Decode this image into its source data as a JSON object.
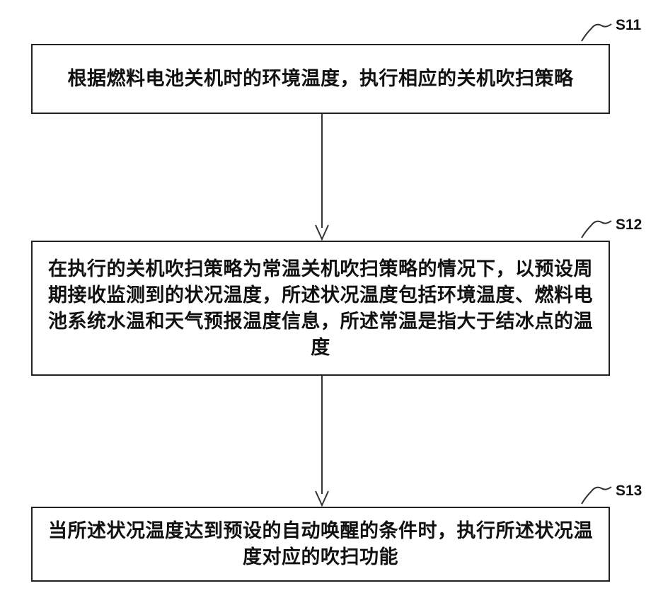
{
  "diagram": {
    "steps": [
      {
        "label": "S11",
        "text": "根据燃料电池关机时的环境温度，执行相应的关机吹扫策略"
      },
      {
        "label": "S12",
        "text": "在执行的关机吹扫策略为常温关机吹扫策略的情况下，以预设周期接收监测到的状况温度，所述状况温度包括环境温度、燃料电池系统水温和天气预报温度信息，所述常温是指大于结冰点的温度"
      },
      {
        "label": "S13",
        "text": "当所述状况温度达到预设的自动唤醒的条件时，执行所述状况温度对应的吹扫功能"
      }
    ],
    "colors": {
      "line": "#333333",
      "text": "#111111",
      "background": "#ffffff"
    }
  }
}
